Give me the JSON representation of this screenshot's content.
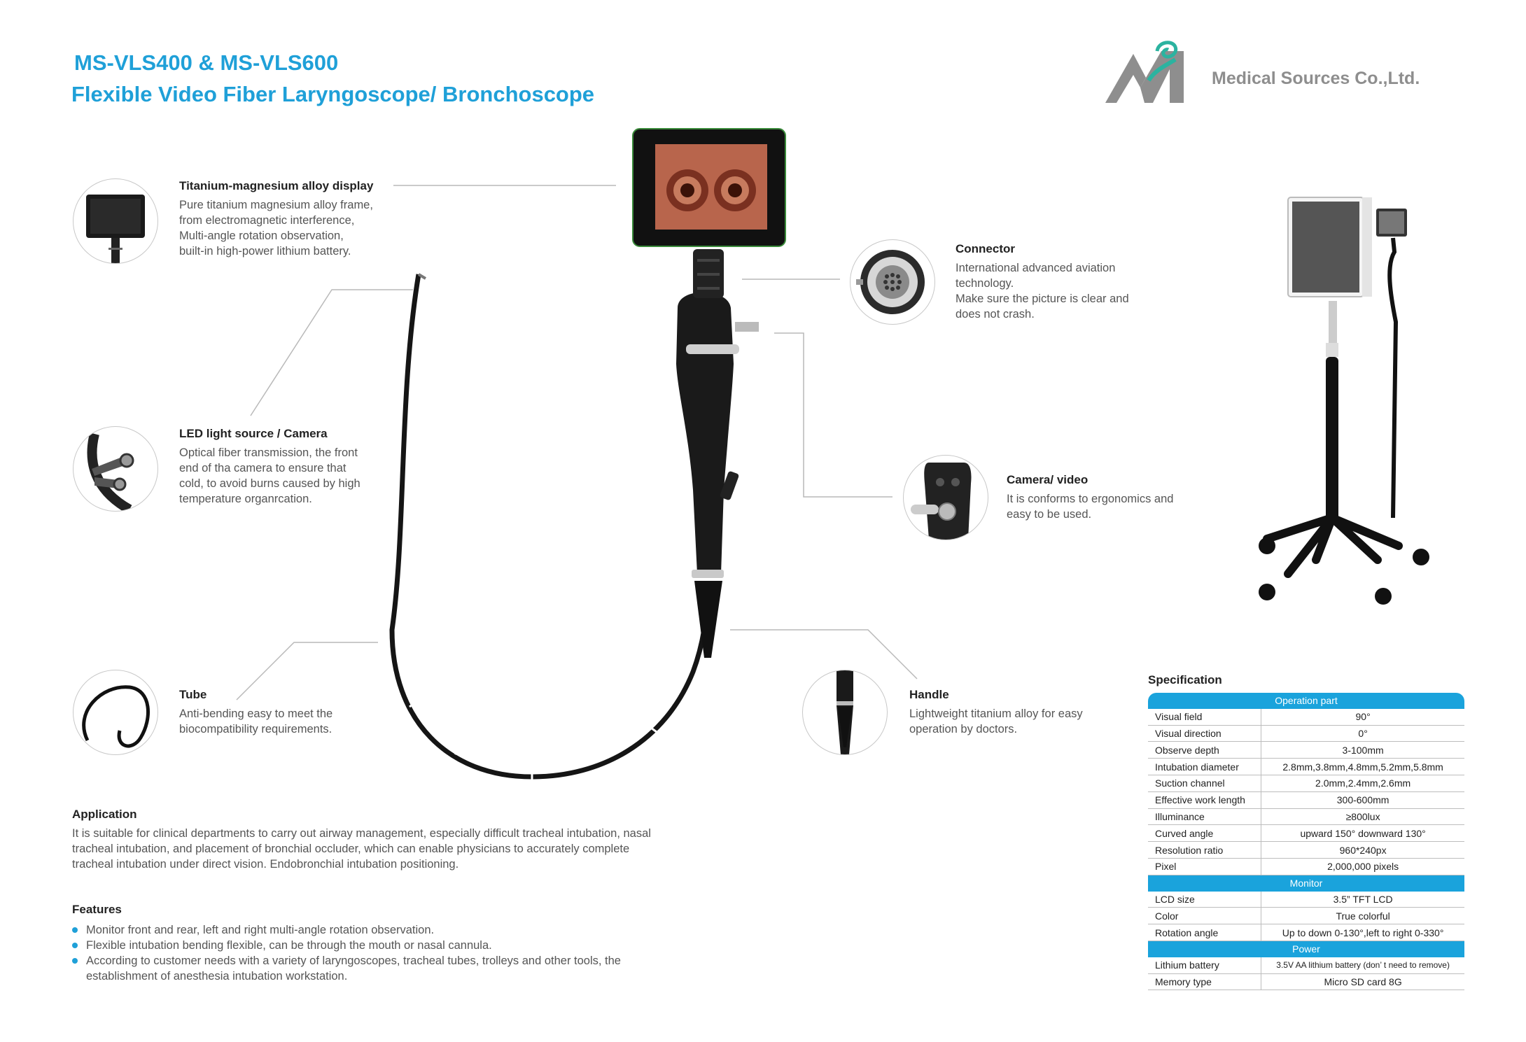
{
  "header": {
    "model": "MS-VLS400 & MS-VLS600",
    "subtitle": "Flexible Video Fiber Laryngoscope/ Bronchoscope",
    "company": "Medical Sources Co.,Ltd."
  },
  "features_left": [
    {
      "title": "Titanium-magnesium alloy display",
      "lines": [
        "Pure titanium magnesium alloy frame,",
        "from electromagnetic interference,",
        "Multi-angle rotation observation,",
        "built-in high-power lithium battery."
      ]
    },
    {
      "title": "LED light source / Camera",
      "lines": [
        "Optical fiber transmission, the front",
        "end of tha camera to ensure that",
        "cold, to avoid burns caused by high",
        "temperature organrcation."
      ]
    },
    {
      "title": "Tube",
      "lines": [
        "Anti-bending easy to meet the",
        "biocompatibility requirements."
      ]
    }
  ],
  "features_right": [
    {
      "title": "Connector",
      "lines": [
        "International advanced aviation",
        "technology.",
        "Make sure the picture is clear and",
        "does not crash."
      ]
    },
    {
      "title": "Camera/ video",
      "lines": [
        "It is conforms to ergonomics and",
        "easy to be used."
      ]
    },
    {
      "title": "Handle",
      "lines": [
        "Lightweight titanium alloy for easy",
        "operation by doctors."
      ]
    }
  ],
  "application": {
    "title": "Application",
    "lines": [
      "It is suitable for clinical departments to carry out airway management, especially difficult tracheal intubation, nasal",
      "tracheal intubation, and placement of bronchial occluder, which can enable physicians to accurately complete",
      "tracheal intubation under direct vision. Endobronchial intubation positioning."
    ]
  },
  "features": {
    "title": "Features",
    "items": [
      "Monitor front and rear, left and right multi-angle rotation observation.",
      "Flexible intubation bending flexible, can be through the mouth or nasal cannula.",
      "According to customer needs with a variety of laryngoscopes, tracheal tubes, trolleys and other tools, the establishment of anesthesia intubation workstation."
    ]
  },
  "specification": {
    "title": "Specification",
    "sections": [
      {
        "name": "Operation part",
        "rows": [
          [
            "Visual field",
            "90°"
          ],
          [
            "Visual direction",
            "0°"
          ],
          [
            "Observe depth",
            "3-100mm"
          ],
          [
            "Intubation diameter",
            "2.8mm,3.8mm,4.8mm,5.2mm,5.8mm"
          ],
          [
            "Suction channel",
            "2.0mm,2.4mm,2.6mm"
          ],
          [
            "Effective work length",
            "300-600mm"
          ],
          [
            "Illuminance",
            "≥800lux"
          ],
          [
            "Curved angle",
            "upward 150° downward 130°"
          ],
          [
            "Resolution ratio",
            "960*240px"
          ],
          [
            "Pixel",
            "2,000,000 pixels"
          ]
        ]
      },
      {
        "name": "Monitor",
        "rows": [
          [
            "LCD size",
            "3.5” TFT LCD"
          ],
          [
            "Color",
            "True colorful"
          ],
          [
            "Rotation angle",
            "Up to down 0-130°,left to right 0-330°"
          ]
        ]
      },
      {
        "name": "Power",
        "rows": [
          [
            "Lithium battery",
            "3.5V AA lithium battery (don’ t need to remove)"
          ],
          [
            "Memory type",
            "Micro SD card 8G"
          ]
        ]
      }
    ]
  },
  "colors": {
    "accent": "#1fa0d8",
    "band": "#1aa3dc",
    "logo_gray": "#8e8e8e",
    "logo_teal": "#2bb3a0"
  }
}
